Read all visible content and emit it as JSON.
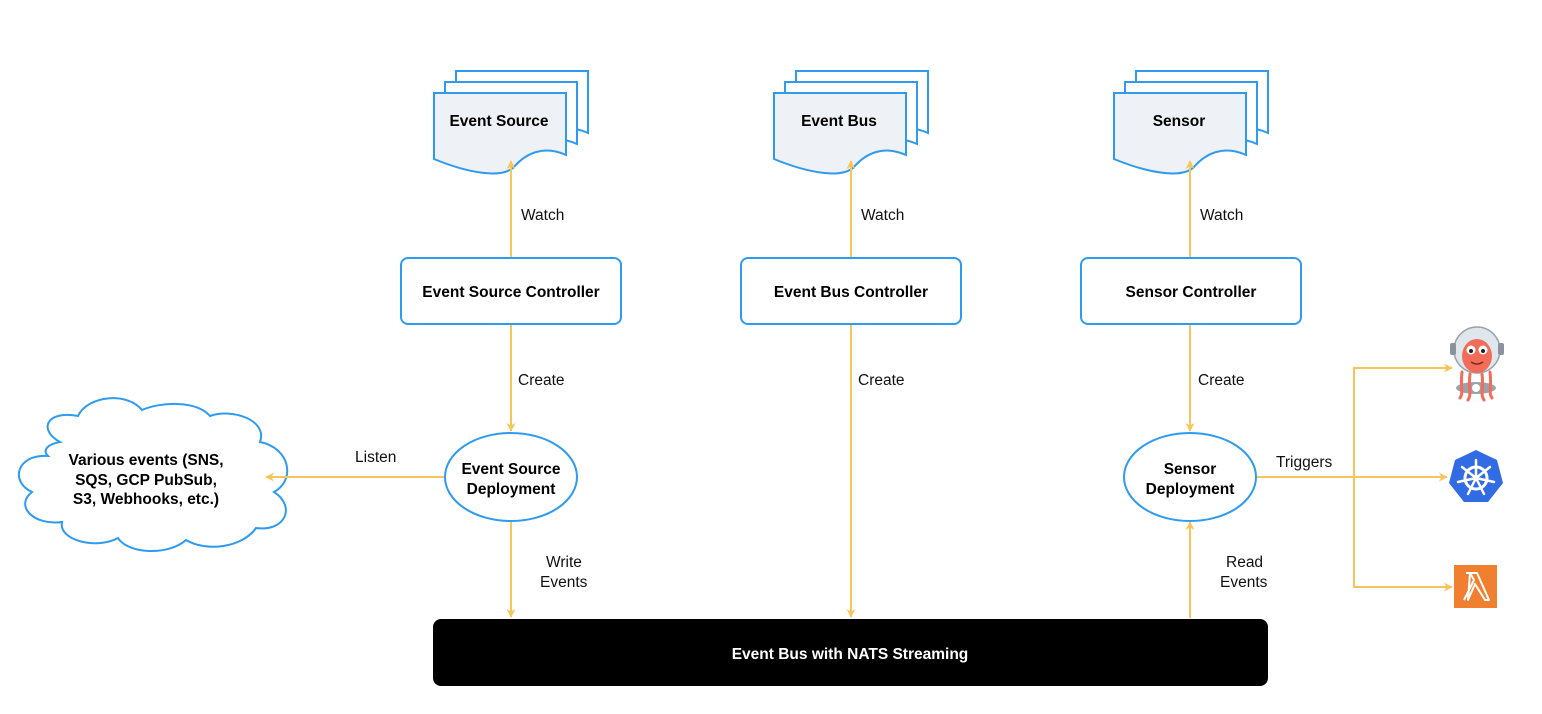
{
  "documents": {
    "event_source": "Event Source",
    "event_bus": "Event Bus",
    "sensor": "Sensor"
  },
  "controllers": {
    "event_source": "Event Source Controller",
    "event_bus": "Event Bus Controller",
    "sensor": "Sensor Controller"
  },
  "deployments": {
    "event_source": [
      "Event Source",
      "Deployment"
    ],
    "sensor": [
      "Sensor",
      "Deployment"
    ]
  },
  "cloud": {
    "lines": [
      "Various events (SNS,",
      "SQS, GCP PubSub,",
      "S3, Webhooks, etc.)"
    ]
  },
  "edge_labels": {
    "watch": "Watch",
    "create": "Create",
    "listen": "Listen",
    "write_events": [
      "Write",
      "Events"
    ],
    "read_events": [
      "Read",
      "Events"
    ],
    "triggers": "Triggers"
  },
  "bus": {
    "label": "Event Bus with NATS Streaming"
  },
  "trigger_targets": [
    {
      "icon": "argo-workflows-icon"
    },
    {
      "icon": "kubernetes-icon"
    },
    {
      "icon": "aws-lambda-icon"
    }
  ],
  "colors": {
    "box_stroke": "#2f9bf0",
    "arrow": "#f7c55a",
    "bus_fill": "#000000",
    "doc_fill": "#eef1f5",
    "kubernetes": "#326ce5",
    "lambda": "#f0802f",
    "argo": "#f26c5a"
  }
}
